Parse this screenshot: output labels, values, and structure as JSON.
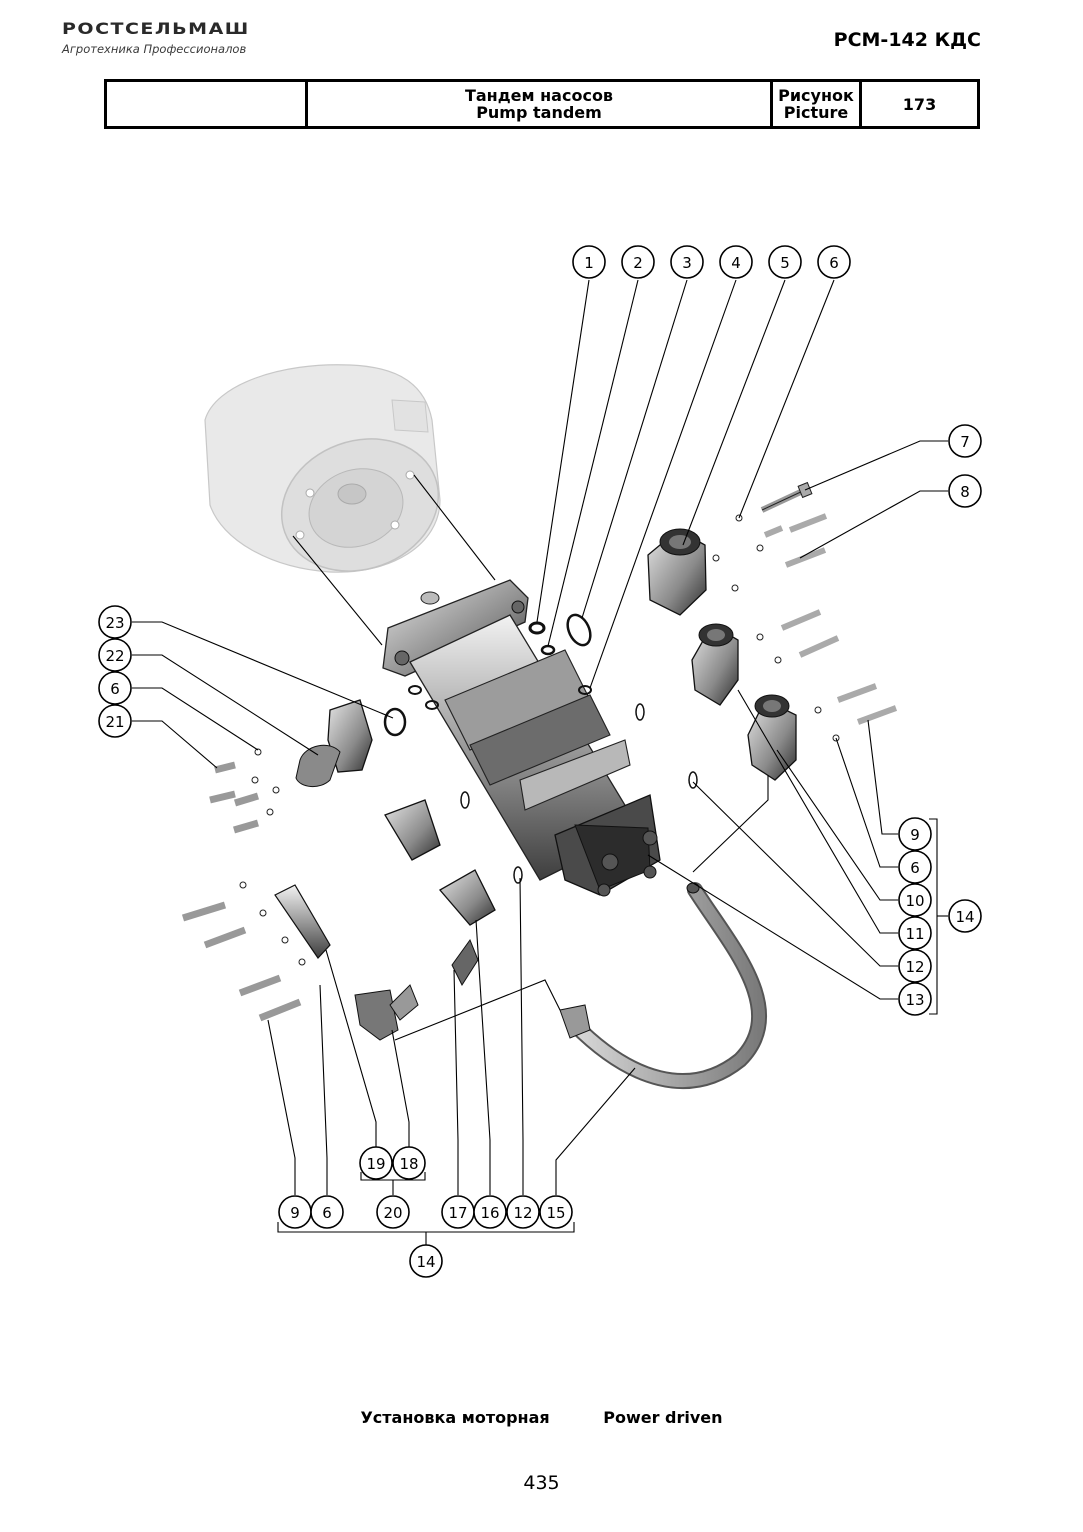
{
  "logo": {
    "brand": "РОСТСЕЛЬМАШ",
    "tagline": "Агротехника Профессионалов"
  },
  "model": "РСМ-142 КДС",
  "header": {
    "title_ru": "Тандем насосов",
    "title_en": "Pump tandem",
    "figure_label_ru": "Рисунок",
    "figure_label_en": "Picture",
    "figure_number": "173"
  },
  "callouts": {
    "c1": "1",
    "c2": "2",
    "c3": "3",
    "c4": "4",
    "c5": "5",
    "c6a": "6",
    "c7": "7",
    "c8": "8",
    "c23": "23",
    "c22": "22",
    "c6b": "6",
    "c21": "21",
    "r9": "9",
    "r6": "6",
    "r10": "10",
    "r11": "11",
    "r12": "12",
    "r13": "13",
    "r14": "14",
    "b19": "19",
    "b18": "18",
    "b20": "20",
    "b9": "9",
    "b6": "6",
    "b17": "17",
    "b16": "16",
    "b12": "12",
    "b15": "15",
    "b14": "14"
  },
  "caption": {
    "ru": "Установка моторная",
    "en": "Power driven"
  },
  "page_number": "435"
}
